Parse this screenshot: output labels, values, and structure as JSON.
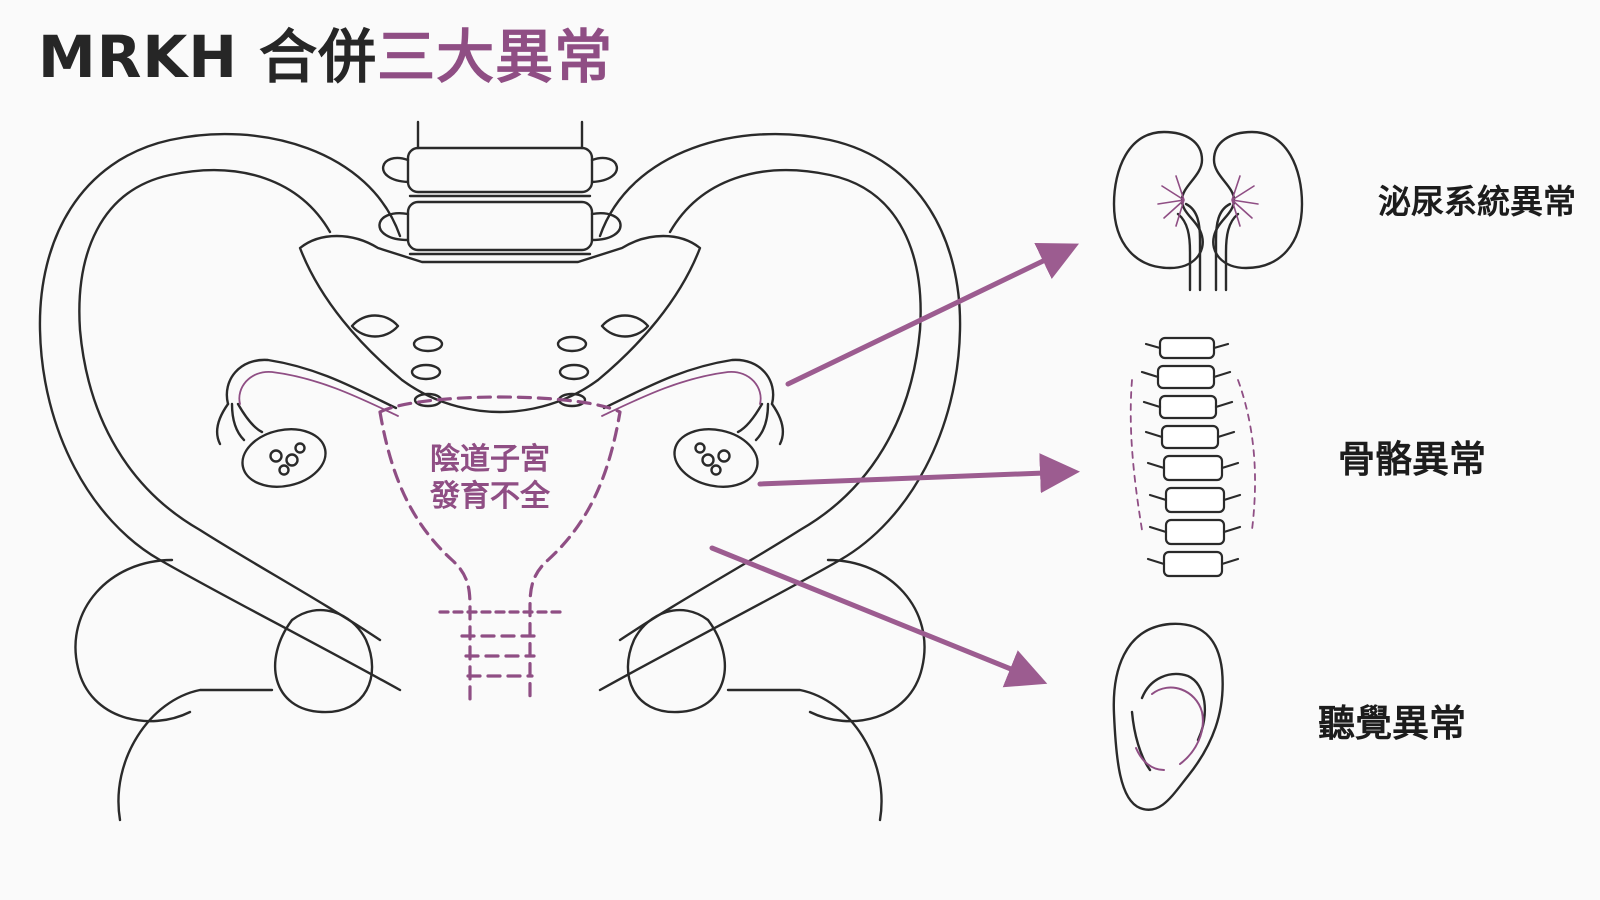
{
  "title": {
    "prefix": "MRKH 合併",
    "highlight": "三大異常"
  },
  "center_label": {
    "line1": "陰道子宮",
    "line2": "發育不全"
  },
  "abnormalities": [
    {
      "label": "泌尿系統異常",
      "icon": "kidneys-icon"
    },
    {
      "label": "骨骼異常",
      "icon": "spine-icon"
    },
    {
      "label": "聽覺異常",
      "icon": "ear-icon"
    }
  ],
  "colors": {
    "accent": "#8f4e84",
    "arrow": "#9c5c90",
    "line": "#2a2a2a",
    "title": "#262626",
    "background": "#fafafa"
  }
}
